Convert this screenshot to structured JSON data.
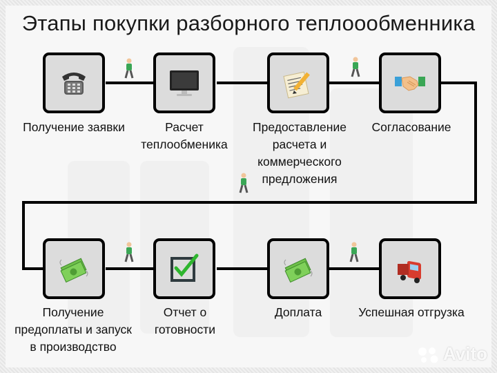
{
  "title": "Этапы покупки разборного теплоообменника",
  "steps": [
    {
      "label": "Получение заявки",
      "icon": "telephone-icon"
    },
    {
      "label": "Расчет\nтеплообменика",
      "icon": "monitor-icon"
    },
    {
      "label": "Предоставление\nрасчета и\nкоммерческого\nпредложения",
      "icon": "document-pencil-icon"
    },
    {
      "label": "Согласование",
      "icon": "handshake-icon"
    },
    {
      "label": "Получение\nпредоплаты и запуск\nв производство",
      "icon": "money-icon"
    },
    {
      "label": "Отчет о\nготовности",
      "icon": "checkbox-icon"
    },
    {
      "label": "Доплата",
      "icon": "money-icon"
    },
    {
      "label": "Успешная отгрузка",
      "icon": "truck-icon"
    }
  ],
  "watermark": "Avito",
  "colors": {
    "line": "#000000",
    "box_fill": "#dcdcdc",
    "walker_shirt": "#3aa655"
  }
}
